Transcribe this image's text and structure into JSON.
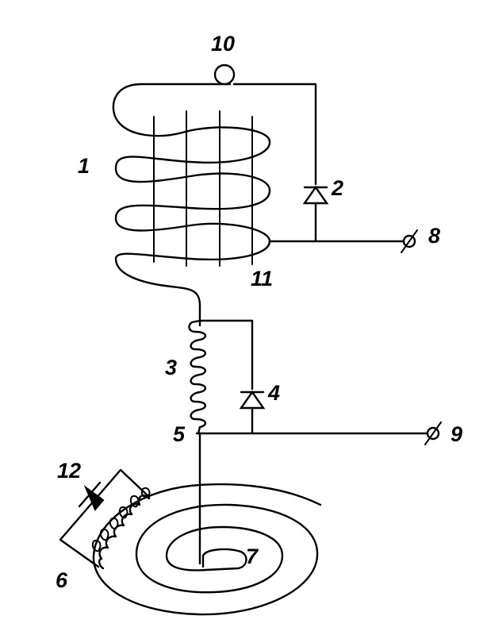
{
  "labels": {
    "coil_1": "1",
    "diode_2": "2",
    "coil_3": "3",
    "diode_4": "4",
    "point_5": "5",
    "coil_6": "6",
    "spiral_7": "7",
    "terminal_8": "8",
    "terminal_9": "9",
    "ring_10": "10",
    "core_11": "11",
    "diode_12": "12"
  },
  "colors": {
    "ink": "#000000",
    "paper": "#ffffff"
  }
}
